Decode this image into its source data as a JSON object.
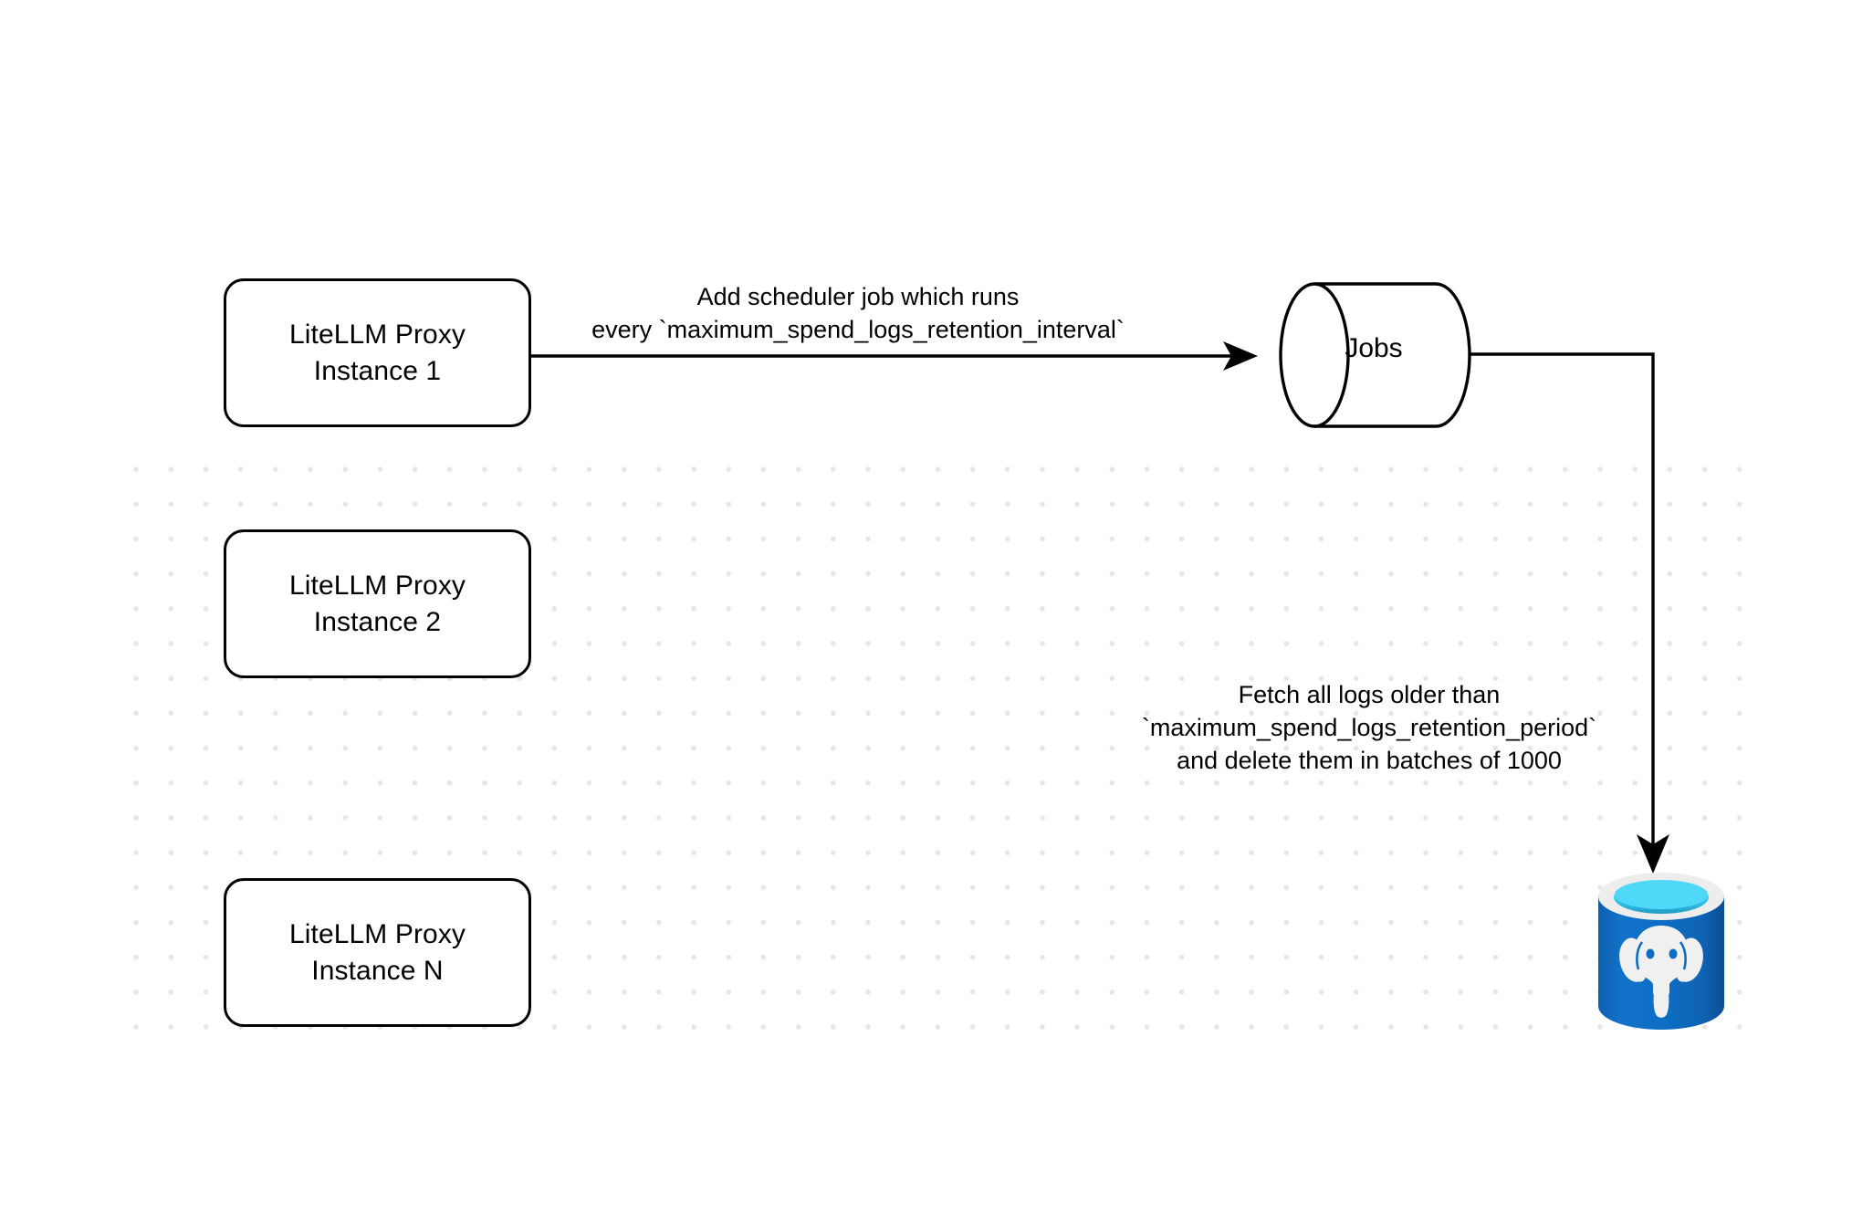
{
  "diagram": {
    "title": "LiteLLM spend logs retention scheduler flow",
    "background_color": "#ffffff",
    "grid_dot_color": "#e6e6e6",
    "stroke_color": "#000000"
  },
  "nodes": {
    "proxy_instances": [
      {
        "id": "proxy-1",
        "line1": "LiteLLM Proxy",
        "line2": "Instance 1",
        "shape": "rounded-rectangle"
      },
      {
        "id": "proxy-2",
        "line1": "LiteLLM Proxy",
        "line2": "Instance 2",
        "shape": "rounded-rectangle"
      },
      {
        "id": "proxy-n",
        "line1": "LiteLLM Proxy",
        "line2": "Instance N",
        "shape": "rounded-rectangle"
      }
    ],
    "jobs_store": {
      "id": "jobs",
      "label": "Jobs",
      "shape": "cylinder"
    },
    "database": {
      "id": "postgres",
      "icon": "postgresql-database-icon",
      "body_color": "#0E69C0",
      "rim_color": "#ededed",
      "top_color": "#4FD8F7",
      "logo_color": "#f2f2f2"
    }
  },
  "edges": {
    "scheduler": {
      "line1": "Add scheduler",
      "line1_rest": " job which runs",
      "line2": "every `maximum_spend_logs_retention_interval`",
      "direction": "proxy-1-to-jobs",
      "arrowhead": "filled-triangle"
    },
    "fetch": {
      "line1": "Fetch all logs older than",
      "line2": "`maximum_spend_logs_retention_period`",
      "line3": "and delete them in batches of 1000",
      "direction": "jobs-to-postgres",
      "arrowhead": "filled-triangle"
    }
  }
}
